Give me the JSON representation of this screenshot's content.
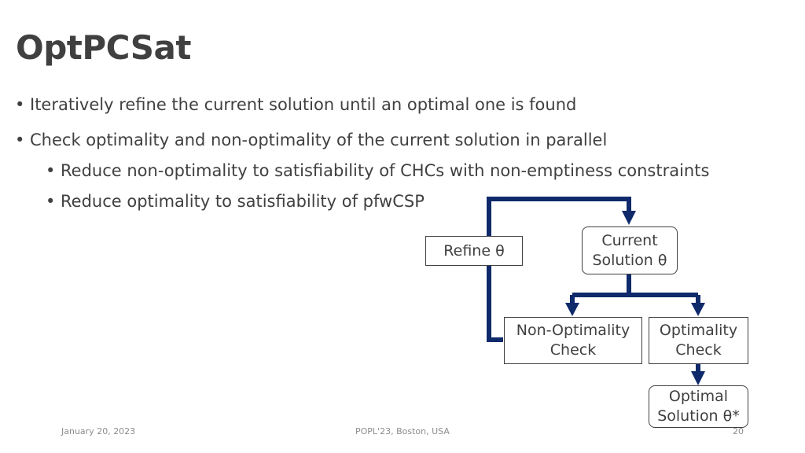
{
  "title": "OptPCSat",
  "bullets": [
    {
      "level": 1,
      "text": "Iteratively refine the current solution until an optimal one is found"
    },
    {
      "level": 1,
      "text": "Check optimality and non-optimality of the current solution in parallel"
    },
    {
      "level": 2,
      "text": "Reduce non-optimality to satisfiability of CHCs with non-emptiness constraints"
    },
    {
      "level": 2,
      "text": "Reduce optimality to satisfiability of pfwCSP"
    }
  ],
  "bullet_glyph": "•",
  "diagram": {
    "refine": "Refine θ",
    "current_line1": "Current",
    "current_line2": "Solution θ",
    "nonopt_line1": "Non-Optimality",
    "nonopt_line2": "Check",
    "opt_line1": "Optimality",
    "opt_line2": "Check",
    "optimal_line1": "Optimal",
    "optimal_line2": "Solution θ*",
    "arrow_color": "#0f2a6b"
  },
  "footer": {
    "date": "January 20, 2023",
    "venue": "POPL'23, Boston, USA",
    "page": "20"
  }
}
